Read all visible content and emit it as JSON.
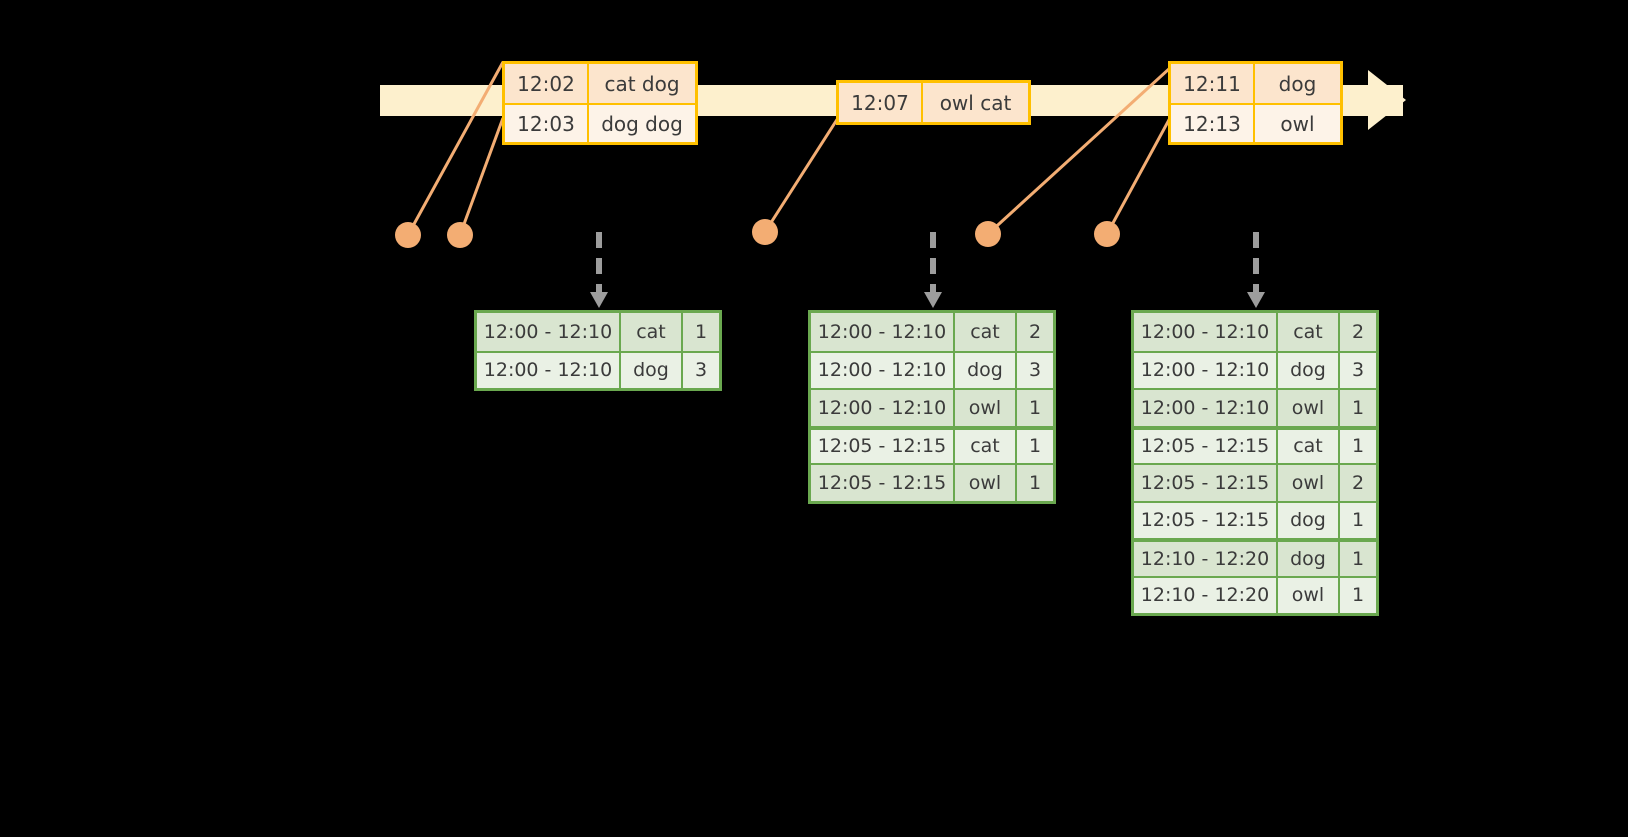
{
  "timeline": {
    "name": "event-stream-timeline",
    "arrow_direction": "right",
    "bar_color": "#fdf0cd",
    "events": [
      {
        "group": 1,
        "rows": [
          {
            "time": "12:02",
            "words": "cat dog"
          },
          {
            "time": "12:03",
            "words": "dog dog"
          }
        ]
      },
      {
        "group": 2,
        "rows": [
          {
            "time": "12:07",
            "words": "owl cat"
          }
        ]
      },
      {
        "group": 3,
        "rows": [
          {
            "time": "12:11",
            "words": "dog"
          },
          {
            "time": "12:13",
            "words": "owl"
          }
        ]
      }
    ]
  },
  "colors": {
    "event_border": "#ffc000",
    "event_fill_dark": "#fce5cd",
    "event_fill_light": "#fdf3e8",
    "timeline": "#fdf0cd",
    "dot": "#f3ad73",
    "leader_line": "#f3ad73",
    "table_border": "#6aa84f",
    "table_fill_dark": "#d9e5d0",
    "table_fill_light": "#eaf1e5",
    "dashed_arrow": "#9d9d9d",
    "text": "#3b3b3b",
    "background": "#000000"
  },
  "results": [
    {
      "name": "result-table-1",
      "rows": [
        {
          "window": "12:00 - 12:10",
          "key": "cat",
          "count": "1",
          "group": 1
        },
        {
          "window": "12:00 - 12:10",
          "key": "dog",
          "count": "3",
          "group": 1
        }
      ]
    },
    {
      "name": "result-table-2",
      "rows": [
        {
          "window": "12:00 - 12:10",
          "key": "cat",
          "count": "2",
          "group": 1
        },
        {
          "window": "12:00 - 12:10",
          "key": "dog",
          "count": "3",
          "group": 1
        },
        {
          "window": "12:00 - 12:10",
          "key": "owl",
          "count": "1",
          "group": 1
        },
        {
          "window": "12:05 - 12:15",
          "key": "cat",
          "count": "1",
          "group": 2
        },
        {
          "window": "12:05 - 12:15",
          "key": "owl",
          "count": "1",
          "group": 2
        }
      ]
    },
    {
      "name": "result-table-3",
      "rows": [
        {
          "window": "12:00 - 12:10",
          "key": "cat",
          "count": "2",
          "group": 1
        },
        {
          "window": "12:00 - 12:10",
          "key": "dog",
          "count": "3",
          "group": 1
        },
        {
          "window": "12:00 - 12:10",
          "key": "owl",
          "count": "1",
          "group": 1
        },
        {
          "window": "12:05 - 12:15",
          "key": "cat",
          "count": "1",
          "group": 2
        },
        {
          "window": "12:05 - 12:15",
          "key": "owl",
          "count": "2",
          "group": 2
        },
        {
          "window": "12:05 - 12:15",
          "key": "dog",
          "count": "1",
          "group": 2
        },
        {
          "window": "12:10 - 12:20",
          "key": "dog",
          "count": "1",
          "group": 3
        },
        {
          "window": "12:10 - 12:20",
          "key": "owl",
          "count": "1",
          "group": 3
        }
      ]
    }
  ]
}
